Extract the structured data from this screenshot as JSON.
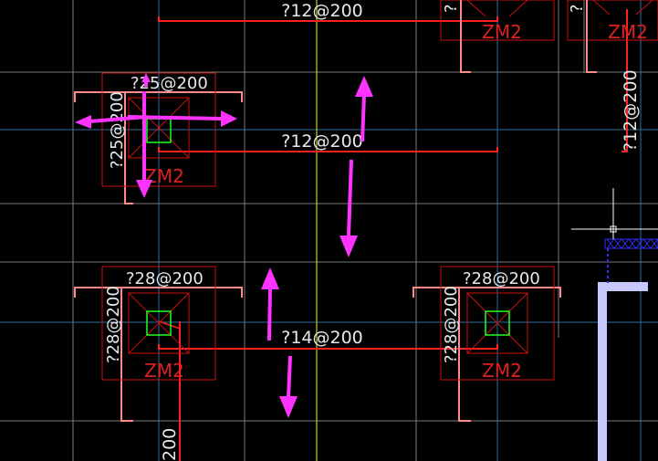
{
  "drawing": {
    "colors": {
      "background": "#000000",
      "grid": "#7a7a7a",
      "axis_yellow": "#c8c832",
      "dim_blue": "#2a6fa0",
      "rebar_red": "#ff2020",
      "pile_red": "#cc1010",
      "label_white": "#e8e8e8",
      "label_red": "#e02020",
      "column_green": "#20ff20",
      "annotation_magenta": "#ff33ff",
      "outline_pink": "#ff8a8a",
      "wall_fill": "#c8c8ff"
    },
    "rebar_labels": {
      "top_span": "?12@200",
      "middle_span": "?12@200",
      "bottom_span": "?14@200",
      "right_vertical": "?12@200",
      "left_bottom_vertical": "200",
      "pile_top_left_h": "?25@200",
      "pile_top_left_v": "?25@200",
      "pile_bottom_left_h": "?28@200",
      "pile_bottom_left_v": "?28@200",
      "pile_bottom_right_h": "?28@200",
      "pile_bottom_right_v": "?28@200",
      "pile_top_mid_v": "?",
      "pile_top_right_v": "?"
    },
    "pile_labels": {
      "top_left": "ZM2",
      "bottom_left": "ZM2",
      "bottom_right": "ZM2",
      "top_mid": "ZM2",
      "top_right": "ZM2"
    },
    "icons": {
      "annotation_arrows": "magenta-arrow-icon",
      "cursor": "crosshair-cursor-icon"
    }
  }
}
